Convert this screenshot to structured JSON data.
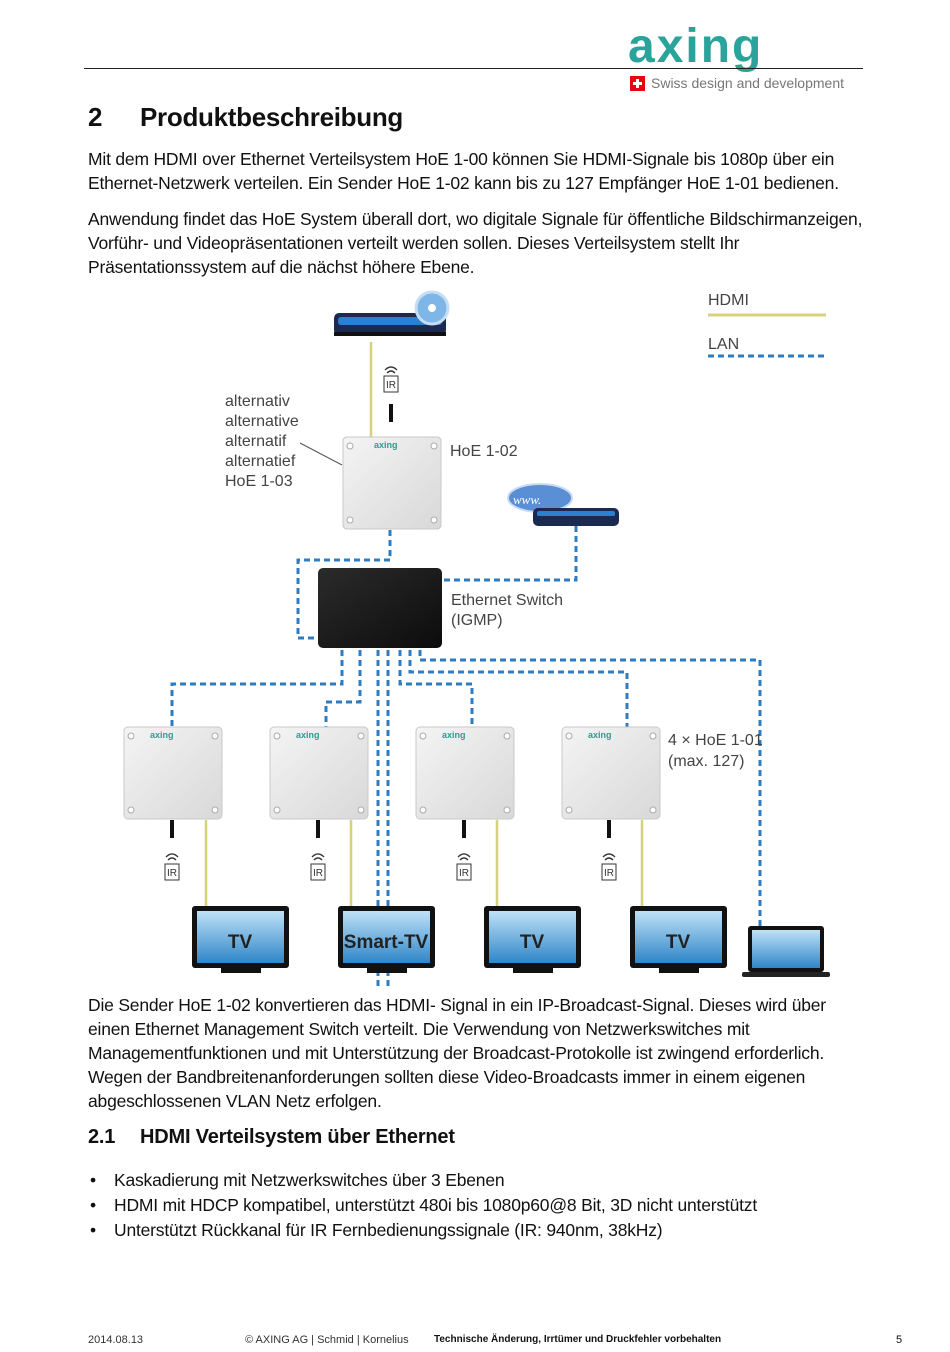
{
  "header": {
    "logo_text": "axing",
    "tagline": "Swiss design and development"
  },
  "section": {
    "number": "2",
    "title": "Produktbeschreibung"
  },
  "paragraphs": [
    "Mit dem HDMI over Ethernet Verteilsystem HoE 1-00 können Sie HDMI-Signale bis 1080p über ein Ethernet-Netzwerk verteilen. Ein Sender HoE 1-02 kann bis zu 127 Empfänger HoE 1-01 bedienen.",
    "Anwendung findet das HoE System überall dort, wo digitale Signale für öffentliche Bildschirmanzeigen, Vorführ- und Videopräsentationen verteilt werden sollen. Dieses Verteilsystem stellt Ihr Präsentationssystem auf die nächst höhere Ebene.",
    "Die Sender HoE 1-02 konvertieren das HDMI- Signal in ein IP-Broadcast-Signal. Dieses wird über einen Ethernet Management Switch verteilt. Die Verwendung von Netzwerkswitches mit Managementfunktionen und mit Unterstützung der Broadcast-Protokolle ist zwingend erforderlich. Wegen der Bandbreitenanforderungen sollten diese Video-Broadcasts immer in einem eigenen abgeschlossenen VLAN Netz erfolgen."
  ],
  "diagram": {
    "legend_hdmi": "HDMI",
    "legend_lan": "LAN",
    "alt_lines": [
      "alternativ",
      "alternative",
      "alternatif",
      "alternatief",
      "HoE 1-03"
    ],
    "sender_label": "HoE 1-02",
    "switch_label_1": "Ethernet Switch",
    "switch_label_2": "(IGMP)",
    "receivers_label_1": "4 × HoE 1-01",
    "receivers_label_2": "(max. 127)",
    "ir": "IR",
    "www": "www.",
    "device_brand": "axing",
    "tvs": [
      "TV",
      "Smart-TV",
      "TV",
      "TV"
    ],
    "colors": {
      "hdmi": "#d4d27a",
      "lan": "#2f7bbf"
    }
  },
  "subsection": {
    "number": "2.1",
    "title": "HDMI Verteilsystem über Ethernet"
  },
  "bullets": [
    "Kaskadierung mit Netzwerkswitches über 3 Ebenen",
    "HDMI mit HDCP kompatibel, unterstützt 480i bis 1080p60@8 Bit, 3D nicht unterstützt",
    "Unterstützt Rückkanal für IR Fernbedienungssignale (IR: 940nm, 38kHz)"
  ],
  "footer": {
    "left": "2014.08.13",
    "mid": "© AXING AG | Schmid | Kornelius",
    "right": "Technische Änderung, Irrtümer und Druckfehler vorbehalten",
    "page": "5"
  }
}
